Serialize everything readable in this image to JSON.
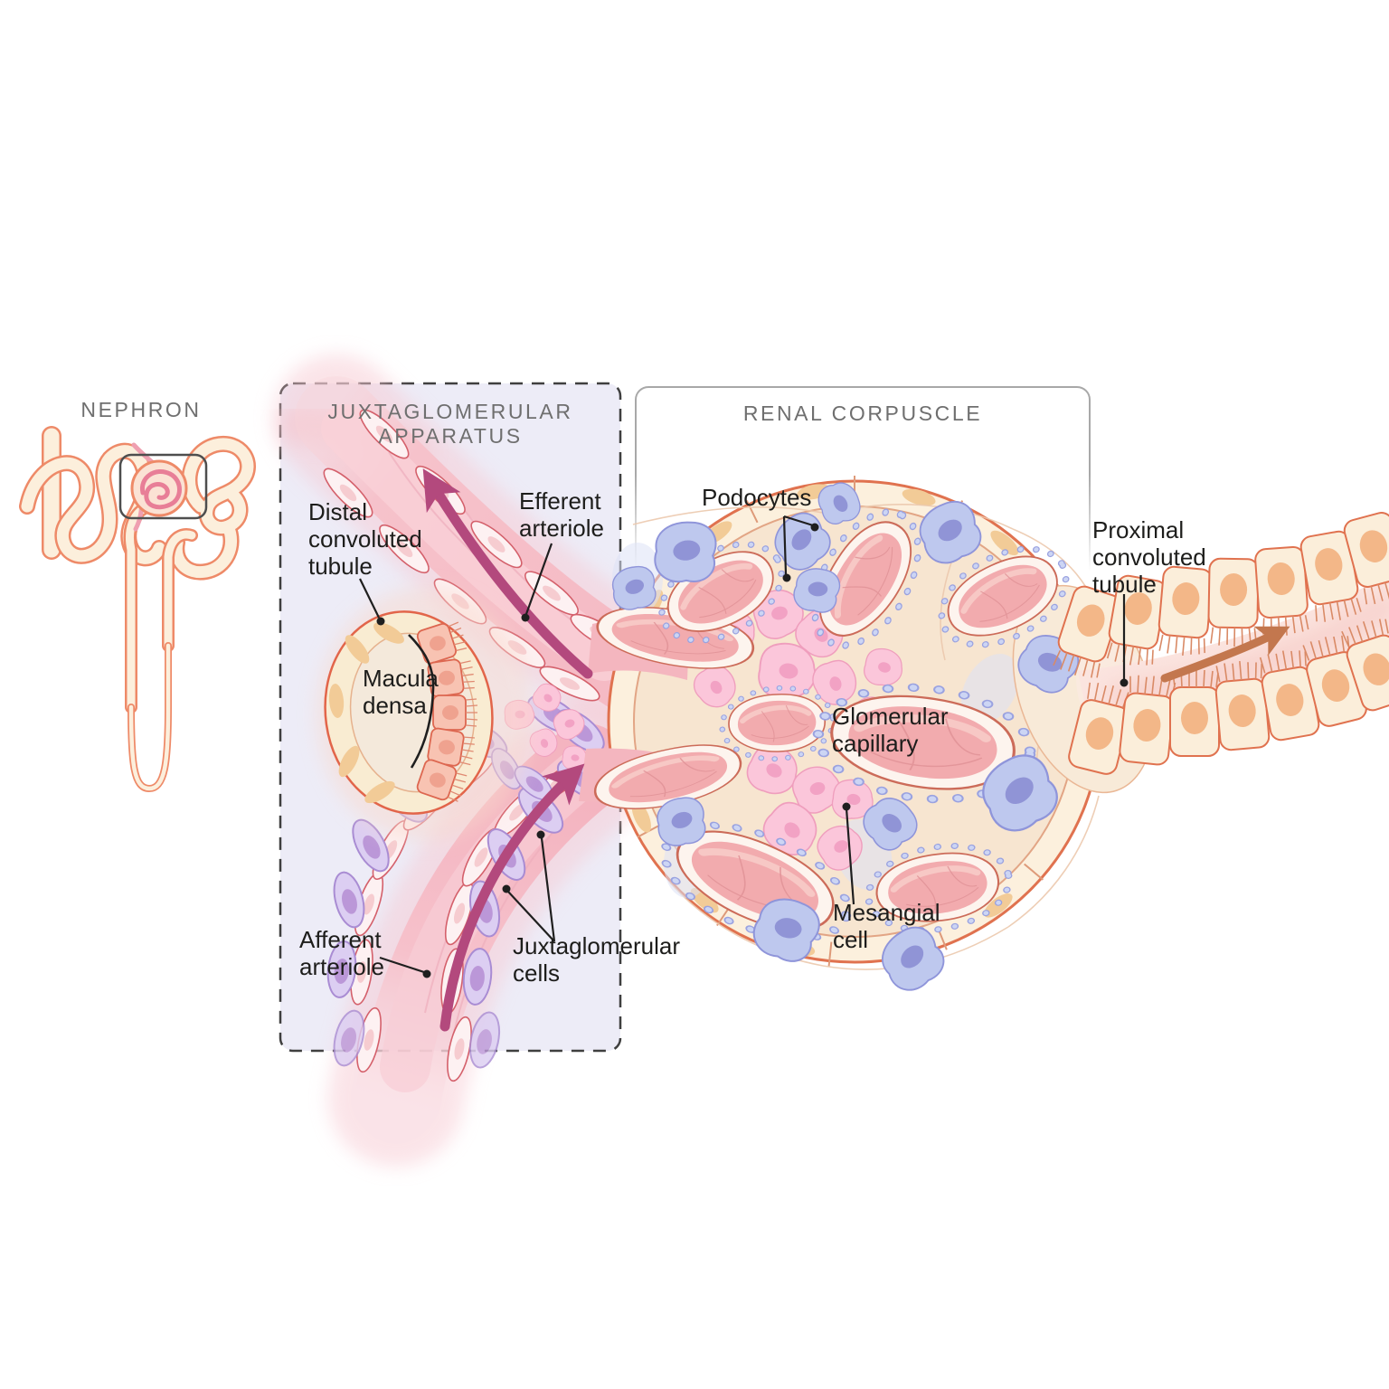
{
  "inset": {
    "title": "NEPHRON"
  },
  "jga_panel": {
    "title": "JUXTAGLOMERULAR APPARATUS",
    "labels": {
      "distal_convoluted_tubule": "Distal\nconvoluted\ntubule",
      "efferent_arteriole": "Efferent\narteriole",
      "macula_densa": "Macula\ndensa",
      "afferent_arteriole": "Afferent\narteriole",
      "juxtaglomerular_cells": "Juxtaglomerular\ncells"
    }
  },
  "corpuscle_panel": {
    "title": "RENAL CORPUSCLE",
    "labels": {
      "podocytes": "Podocytes",
      "glomerular_capillary": "Glomerular\ncapillary",
      "mesangial_cell": "Mesangial\ncell",
      "proximal_convoluted_tubule": "Proximal\nconvoluted\ntubule"
    }
  },
  "colors": {
    "label_text": "#1d1d1b",
    "panel_title_text": "#6f6f6f",
    "jga_panel_fill": "#edecf7",
    "jga_panel_border": "#3f3f3f",
    "corpuscle_panel_border": "#a8a8a8",
    "tubule_cream": "#fbeed9",
    "tubule_outline": "#e0724f",
    "capillary_pink": "#f2abae",
    "podocyte_blue": "#bec8ee",
    "mesangial_pink": "#fbc6da",
    "juxtaglomerular_cell_lavender": "#dccef2",
    "macula_densa_cell": "#f8c3b2",
    "blood_flow_arrow": "#b3497d",
    "filtrate_flow_arrow": "#c3774e"
  }
}
